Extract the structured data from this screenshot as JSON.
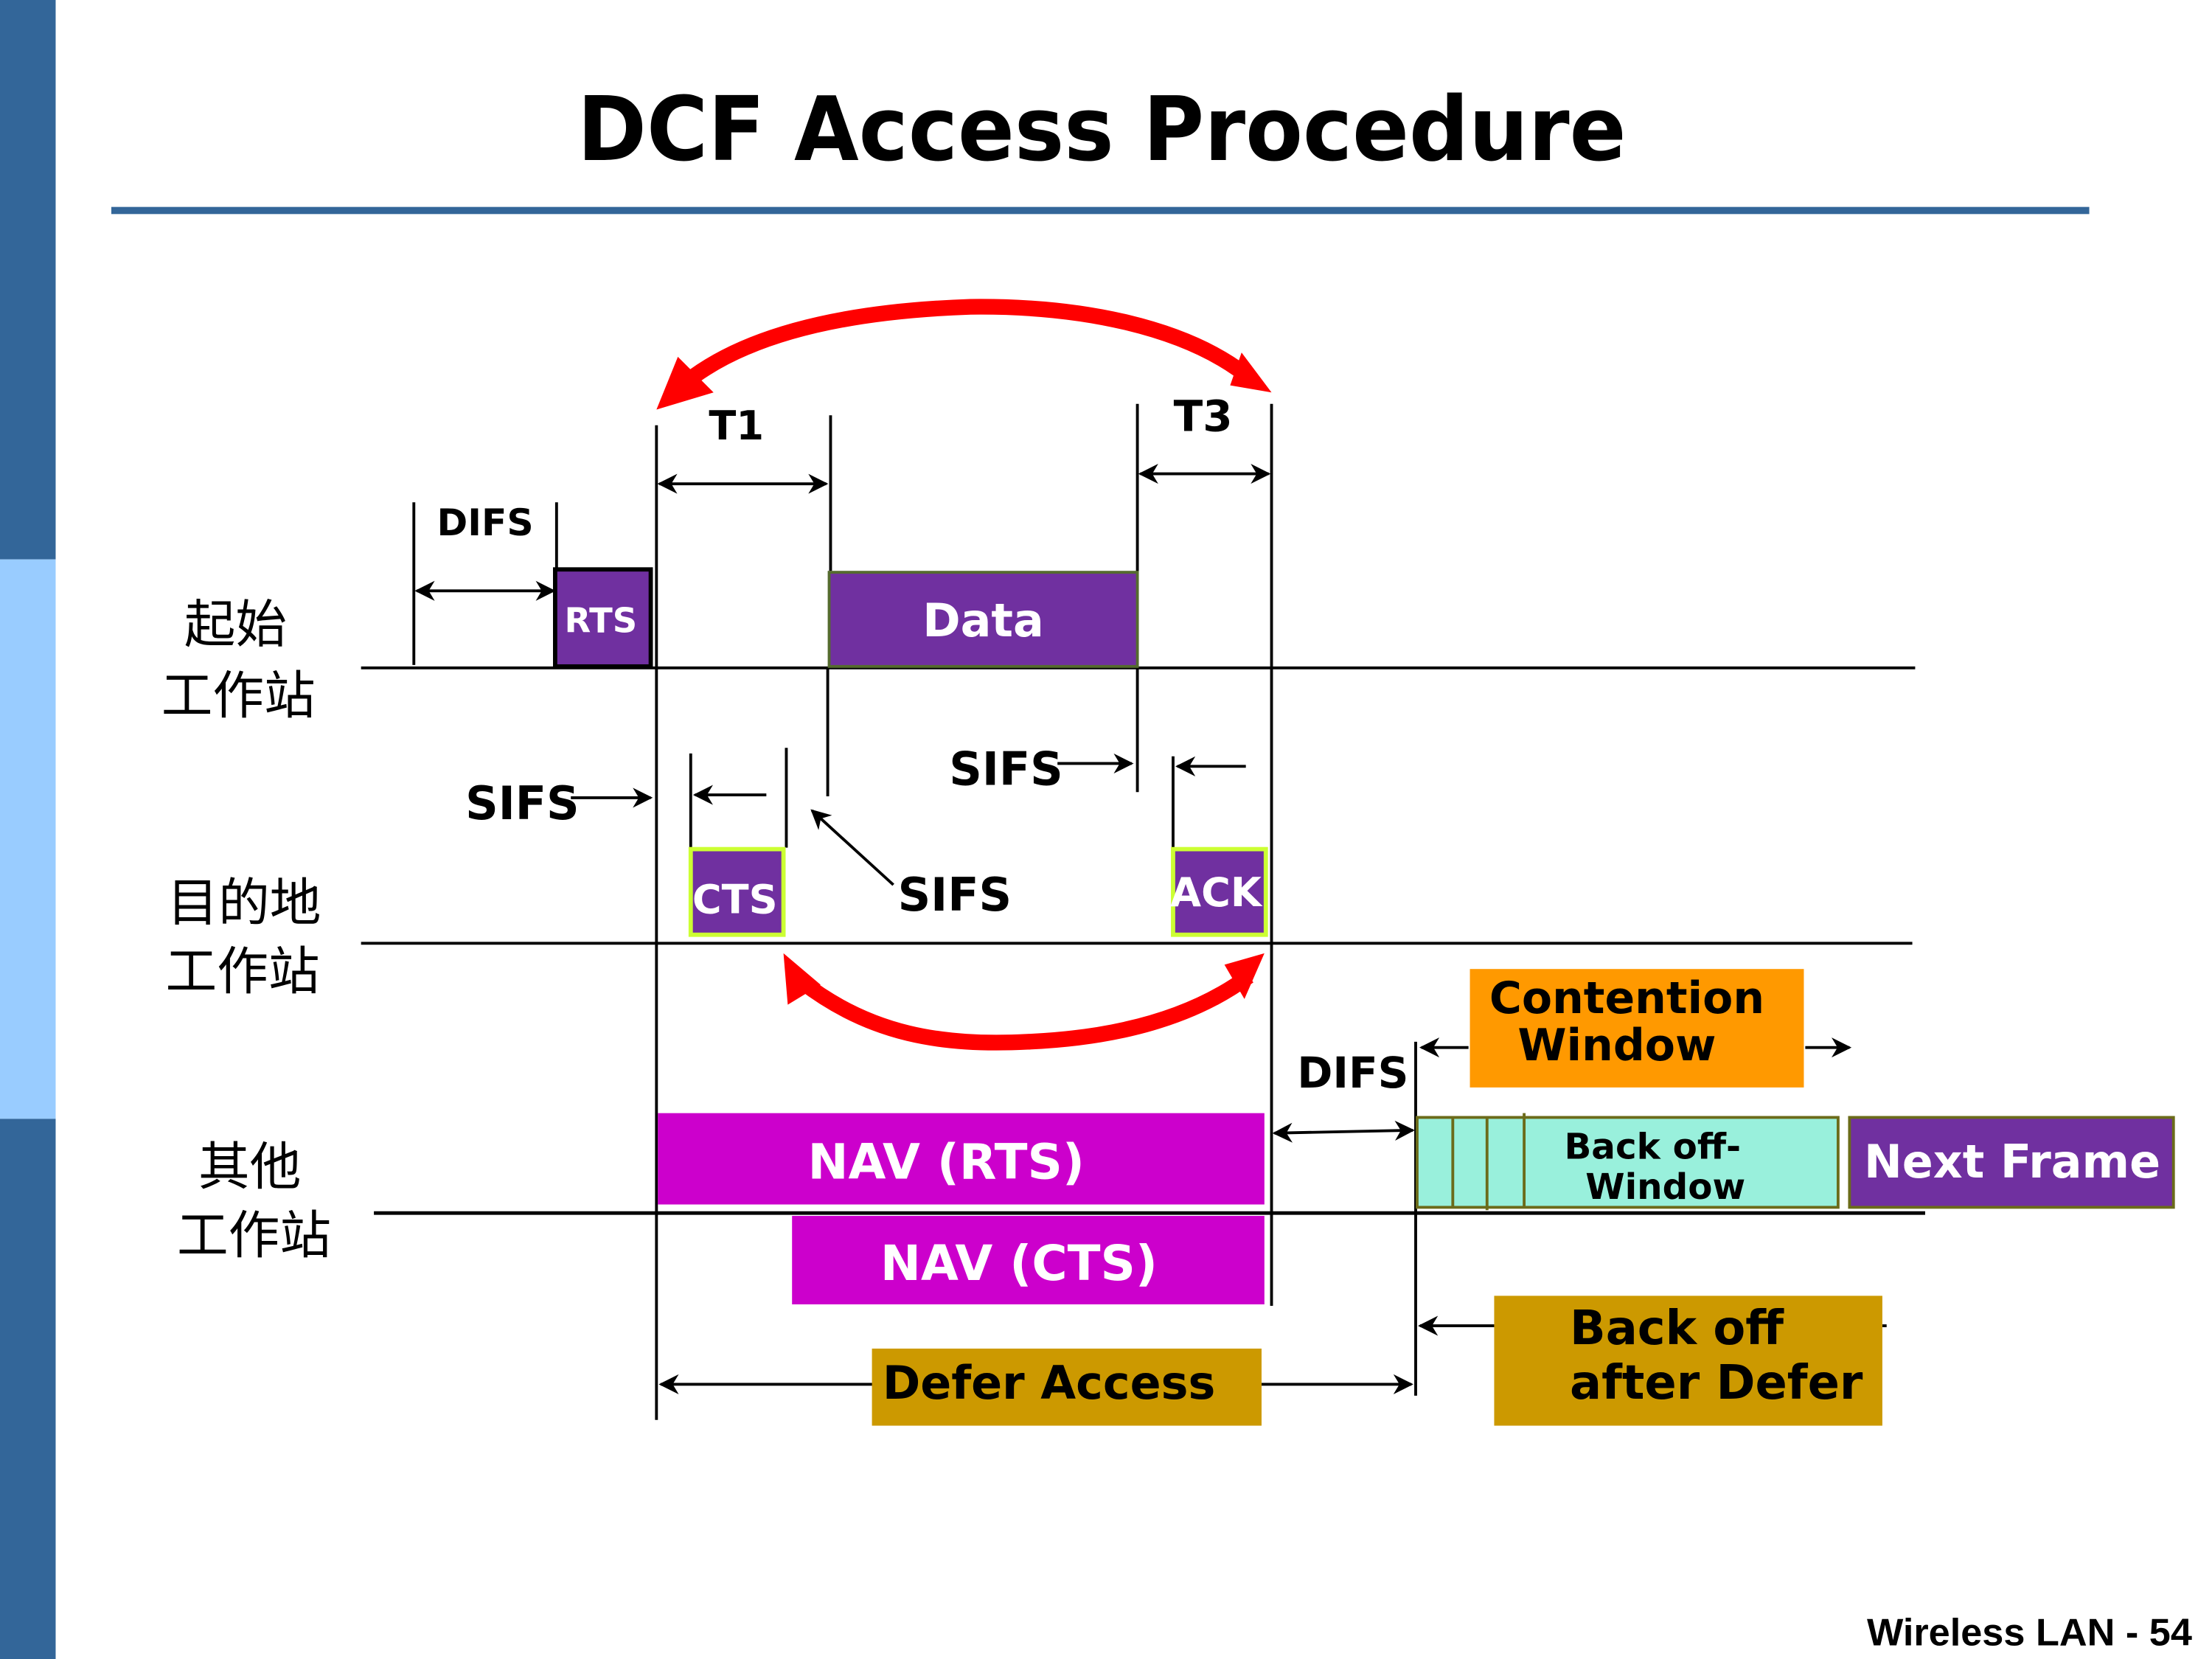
{
  "slide": {
    "title": "DCF Access Procedure",
    "footer": "Wireless LAN - 54",
    "colors": {
      "sidebar_dark": "#336699",
      "sidebar_light": "#99CCFF",
      "title_rule": "#336699",
      "frame_purple": "#7030A0",
      "nav_magenta": "#CC00CC",
      "defer_gold": "#CC9900",
      "contention_orange": "#FF9900",
      "backoff_aqua": "#99F0DC",
      "red_arrow": "#FF0000"
    }
  },
  "stations": {
    "source": {
      "line1": "起始",
      "line2": "工作站"
    },
    "destination": {
      "line1": "目的地",
      "line2": "工作站"
    },
    "other": {
      "line1": "其他",
      "line2": "工作站"
    }
  },
  "frames": {
    "rts": "RTS",
    "data": "Data",
    "cts": "CTS",
    "ack": "ACK",
    "nav_rts": "NAV (RTS)",
    "nav_cts": "NAV (CTS)",
    "next_frame": "Next Frame"
  },
  "intervals": {
    "difs_top": "DIFS",
    "sifs_left": "SIFS",
    "sifs_mid": "SIFS",
    "sifs_right": "SIFS",
    "difs_bottom": "DIFS",
    "t1": "T1",
    "t3": "T3"
  },
  "boxes": {
    "contention_line1": "Contention",
    "contention_line2": "Window",
    "backoff_window_line1": "Back off-",
    "backoff_window_line2": "Window",
    "defer_access": "Defer Access",
    "backoff_after_line1": "Back off",
    "backoff_after_line2": "after  Defer"
  }
}
